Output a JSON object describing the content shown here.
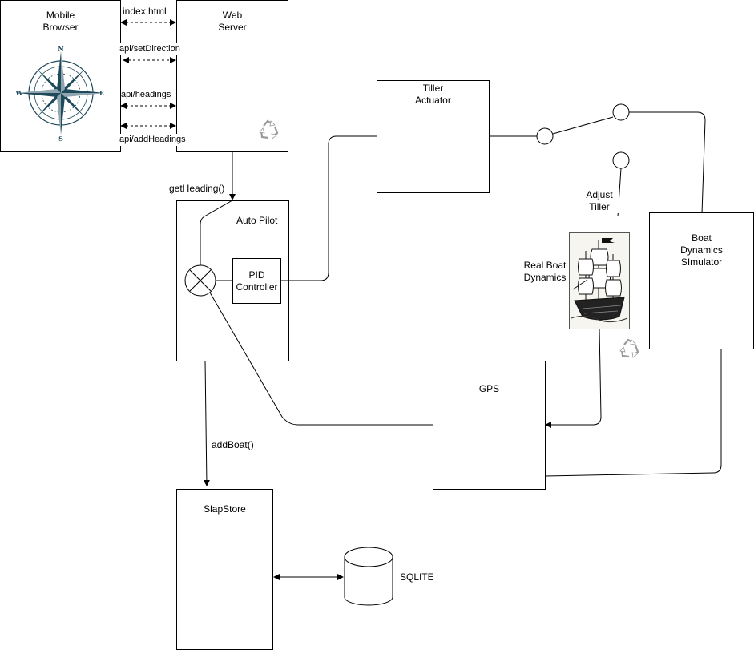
{
  "nodes": {
    "mobile_browser": "Mobile\nBrowser",
    "web_server": "Web\nServer",
    "tiller_actuator": "Tiller\nActuator",
    "auto_pilot": "Auto Pilot",
    "pid_controller": "PID\nController",
    "boat_dynamics_simulator": "Boat\nDynamics\nSImulator",
    "gps": "GPS",
    "slapstore": "SlapStore",
    "sqlite": "SQLITE"
  },
  "edges": {
    "index_html": "index.html",
    "api_set_direction": "api/setDirection",
    "api_headings": "api/headings",
    "api_add_headings": "api/addHeadings",
    "get_heading": "getHeading()",
    "add_boat": "addBoat()",
    "adjust_tiller": "Adjust\nTiller",
    "real_boat_dynamics": "Real Boat\nDynamics"
  },
  "icons": {
    "compass": "compass-rose-icon",
    "ship": "sailing-ship-icon",
    "recycle": "recycle-icon",
    "summing": "summing-junction-icon",
    "switch": "switch-icon"
  },
  "colors": {
    "stroke": "#000000",
    "compass": "#1f4a5c",
    "recycle": "#9a9a9a"
  }
}
